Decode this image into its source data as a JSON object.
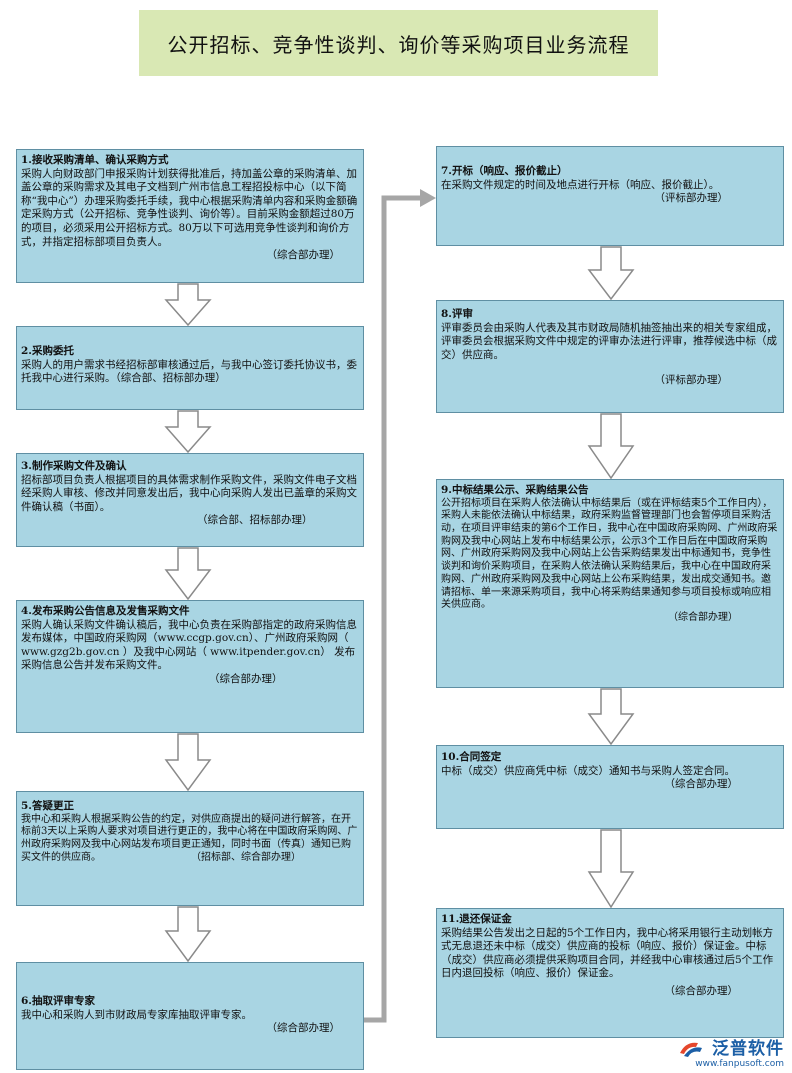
{
  "title": "公开招标、竞争性谈判、询价等采购项目业务流程",
  "steps": [
    {
      "heading": "1.接收采购清单、确认采购方式",
      "body": "采购人向财政部门申报采购计划获得批准后，持加盖公章的采购清单、加盖公章的采购需求及其电子文档到广州市信息工程招投标中心（以下简称“我中心”）办理采购委托手续，我中心根据采购清单内容和采购金额确定采购方式（公开招标、竞争性谈判、询价等）。目前采购金额超过80万的项目，必须采用公开招标方式。80万以下可选用竞争性谈判和询价方式，并指定招标部项目负责人。",
      "dept": "（综合部办理）"
    },
    {
      "heading": "2.采购委托",
      "body": "采购人的用户需求书经招标部审核通过后，与我中心签订委托协议书，委托我中心进行采购。（综合部、招标部办理）",
      "dept": ""
    },
    {
      "heading": "3.制作采购文件及确认",
      "body": "招标部项目负责人根据项目的具体需求制作采购文件，采购文件电子文档经采购人审核、修改并同意发出后，我中心向采购人发出已盖章的采购文件确认稿（书面）。",
      "dept": "（综合部、招标部办理）"
    },
    {
      "heading": "4.发布采购公告信息及发售采购文件",
      "body": "采购人确认采购文件确认稿后，我中心负责在采购部指定的政府采购信息发布媒体，中国政府采购网（www.ccgp.gov.cn）、广州政府采购网（ www.gzg2b.gov.cn ）及我中心网站（ www.itpender.gov.cn） 发布采购信息公告并发布采购文件。",
      "dept": "（综合部办理）"
    },
    {
      "heading": "5.答疑更正",
      "body": "我中心和采购人根据采购公告的约定，对供应商提出的疑问进行解答，在开标前3天以上采购人要求对项目进行更正的，我中心将在中国政府采购网、广州政府采购网及我中心网站发布项目更正通知，同时书面（传真）通知已购买文件的供应商。",
      "dept": "（招标部、综合部办理）"
    },
    {
      "heading": "6.抽取评审专家",
      "body": "我中心和采购人到市财政局专家库抽取评审专家。",
      "dept": "（综合部办理）"
    },
    {
      "heading": "7.开标（响应、报价截止）",
      "body": "在采购文件规定的时间及地点进行开标（响应、报价截止）。",
      "dept": "（评标部办理）"
    },
    {
      "heading": "8.评审",
      "body": "评审委员会由采购人代表及其市财政局随机抽签抽出来的相关专家组成，评审委员会根据采购文件中规定的评审办法进行评审，推荐候选中标（成交）供应商。",
      "dept": "（评标部办理）"
    },
    {
      "heading": "9.中标结果公示、采购结果公告",
      "body": "公开招标项目在采购人依法确认中标结果后（或在评标结束5个工作日内），采购人未能依法确认中标结果，政府采购监督管理部门也会暂停项目采购活动，在项目评审结束的第6个工作日，我中心在中国政府采购网、广州政府采购网及我中心网站上发布中标结果公示，公示3个工作日后在中国政府采购网、广州政府采购网及我中心网站上公告采购结果发出中标通知书，竞争性谈判和询价采购项目，在采购人依法确认采购结果后，我中心在中国政府采购网、广州政府采购网及我中心网站上公布采购结果，发出成交通知书。邀请招标、单一来源采购项目，我中心将采购结果通知参与项目投标或响应相关供应商。",
      "dept": "（综合部办理）"
    },
    {
      "heading": "10.合同签定",
      "body": "中标（成交）供应商凭中标（成交）通知书与采购人签定合同。",
      "dept": "（综合部办理）"
    },
    {
      "heading": "11.退还保证金",
      "body": "采购结果公告发出之日起的5个工作日内，我中心将采用银行主动划帐方式无息退还未中标（成交）供应商的投标（响应、报价）保证金。中标（成交）供应商必须提供采购项目合同，并经我中心审核通过后5个工作日内退回投标（响应、报价）保证金。",
      "dept": "（综合部办理）"
    }
  ],
  "watermark": {
    "name": "泛普软件",
    "url": "www.fanpusoft.com"
  },
  "colors": {
    "step_fill": "#a9d5e3",
    "title_fill": "#d9e8b4",
    "arrow": "#a6a6a6"
  }
}
